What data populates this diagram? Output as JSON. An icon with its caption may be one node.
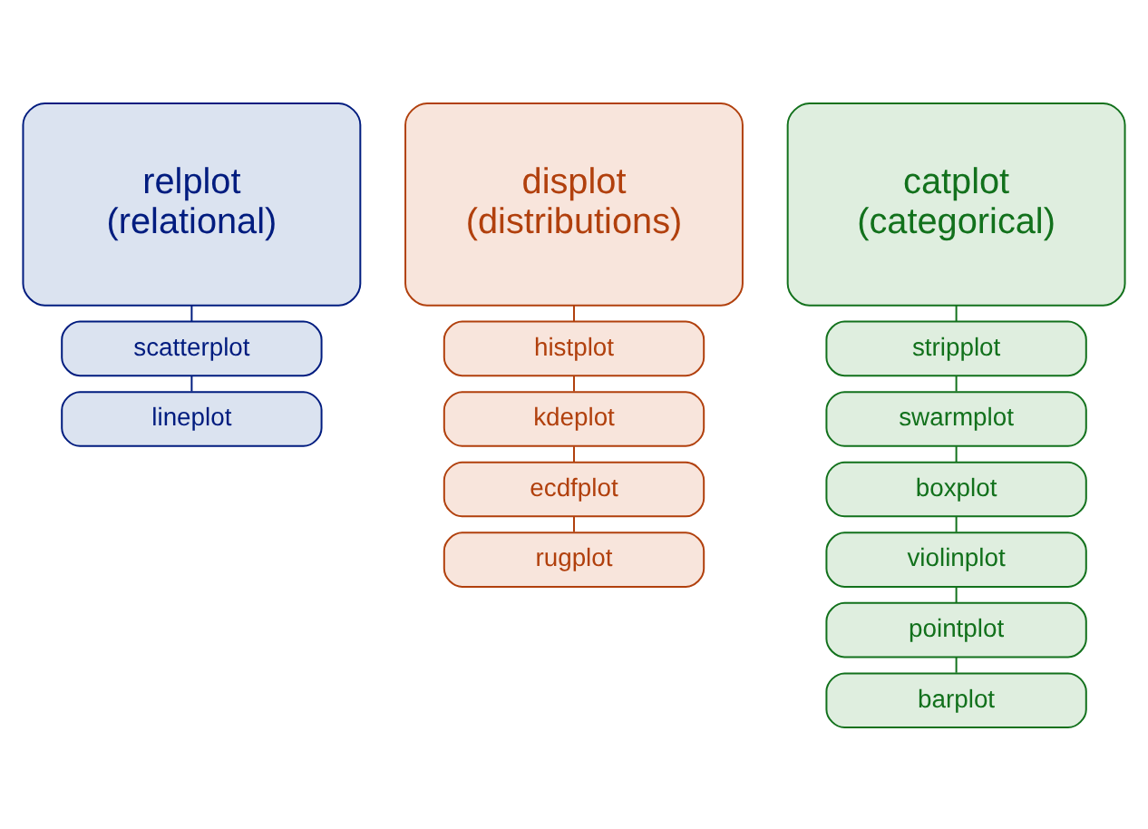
{
  "diagram": {
    "nodes": [
      {
        "text": [
          "relplot (relational)"
        ]
      },
      {
        "text": [
          "scatterplot"
        ]
      },
      {
        "text": [
          "lineplot"
        ]
      },
      {
        "text": [
          "displot (distributions)"
        ]
      },
      {
        "text": [
          "histplot"
        ]
      },
      {
        "text": [
          "kdeplot"
        ]
      },
      {
        "text": [
          "ecdfplot"
        ]
      },
      {
        "text": [
          "rugplot"
        ]
      },
      {
        "text": [
          "catplot (categorical)"
        ]
      },
      {
        "text": [
          "stripplot"
        ]
      },
      {
        "text": [
          "swarmplot"
        ]
      },
      {
        "text": [
          "boxplot"
        ]
      },
      {
        "text": [
          "violinplot"
        ]
      },
      {
        "text": [
          "pointplot"
        ]
      },
      {
        "text": [
          "barplot"
        ]
      }
    ],
    "edges": [
      {
        "from": 0,
        "to": 1,
        "arrow": "none",
        "color": "#001c7f"
      },
      {
        "from": 1,
        "to": 2,
        "arrow": "none",
        "color": "#001c7f"
      },
      {
        "from": 3,
        "to": 4,
        "arrow": "none",
        "color": "#b1400d"
      },
      {
        "from": 4,
        "to": 5,
        "arrow": "none",
        "color": "#b1400d"
      },
      {
        "from": 5,
        "to": 6,
        "arrow": "none",
        "color": "#b1400d"
      },
      {
        "from": 6,
        "to": 7,
        "arrow": "none",
        "color": "#b1400d"
      },
      {
        "from": 8,
        "to": 9,
        "arrow": "none",
        "color": "#12711c"
      },
      {
        "from": 9,
        "to": 10,
        "arrow": "none",
        "color": "#12711c"
      },
      {
        "from": 10,
        "to": 11,
        "arrow": "none",
        "color": "#12711c"
      },
      {
        "from": 11,
        "to": 12,
        "arrow": "none",
        "color": "#12711c"
      },
      {
        "from": 12,
        "to": 13,
        "arrow": "none",
        "color": "#12711c"
      },
      {
        "from": 13,
        "to": 14,
        "arrow": "none",
        "color": "#12711c"
      }
    ]
  }
}
